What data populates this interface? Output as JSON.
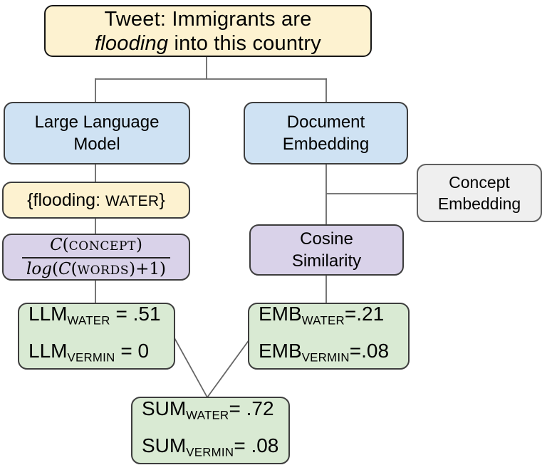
{
  "figure": {
    "colors": {
      "cream": "#fdf2d0",
      "blue": "#cfe2f3",
      "purple": "#d9d2e9",
      "green": "#d9ead3",
      "gray": "#efefef",
      "connector_line": "#666666",
      "box_border": "#3d3d3d"
    },
    "tweet": {
      "line1": "Tweet: Immigrants are",
      "line2_italic": "flooding",
      "line2_rest": " into this country"
    },
    "llm": {
      "line1": "Large Language",
      "line2": "Model"
    },
    "doc_embedding": {
      "line1": "Document",
      "line2": "Embedding"
    },
    "concept_embedding": {
      "line1": "Concept",
      "line2": "Embedding"
    },
    "flooding_map": {
      "prefix": "{flooding: ",
      "word": "WATER",
      "suffix": "}"
    },
    "formula": {
      "num": [
        {
          "t": "C"
        },
        {
          "t": "("
        },
        {
          "t": "CONCEPT"
        },
        {
          "t": ")"
        }
      ],
      "den": [
        {
          "t": "log"
        },
        {
          "t": "("
        },
        {
          "t": "C"
        },
        {
          "t": "("
        },
        {
          "t": "WORDS"
        },
        {
          "t": ")+1)"
        }
      ]
    },
    "cosine": {
      "line1": "Cosine",
      "line2": "Similarity"
    },
    "llm_scores": {
      "rows": [
        {
          "base": "LLM",
          "sub": "WATER",
          "eq": " = .51"
        },
        {
          "base": "LLM",
          "sub": "VERMIN",
          "eq": " = 0"
        }
      ]
    },
    "emb_scores": {
      "rows": [
        {
          "base": "EMB",
          "sub": "WATER",
          "eq": "=.21"
        },
        {
          "base": "EMB",
          "sub": "VERMIN",
          "eq": "=.08"
        }
      ]
    },
    "sum_scores": {
      "rows": [
        {
          "base": "SUM",
          "sub": "WATER",
          "eq": "= .72"
        },
        {
          "base": "SUM",
          "sub": "VERMIN",
          "eq": "= .08"
        }
      ]
    }
  }
}
